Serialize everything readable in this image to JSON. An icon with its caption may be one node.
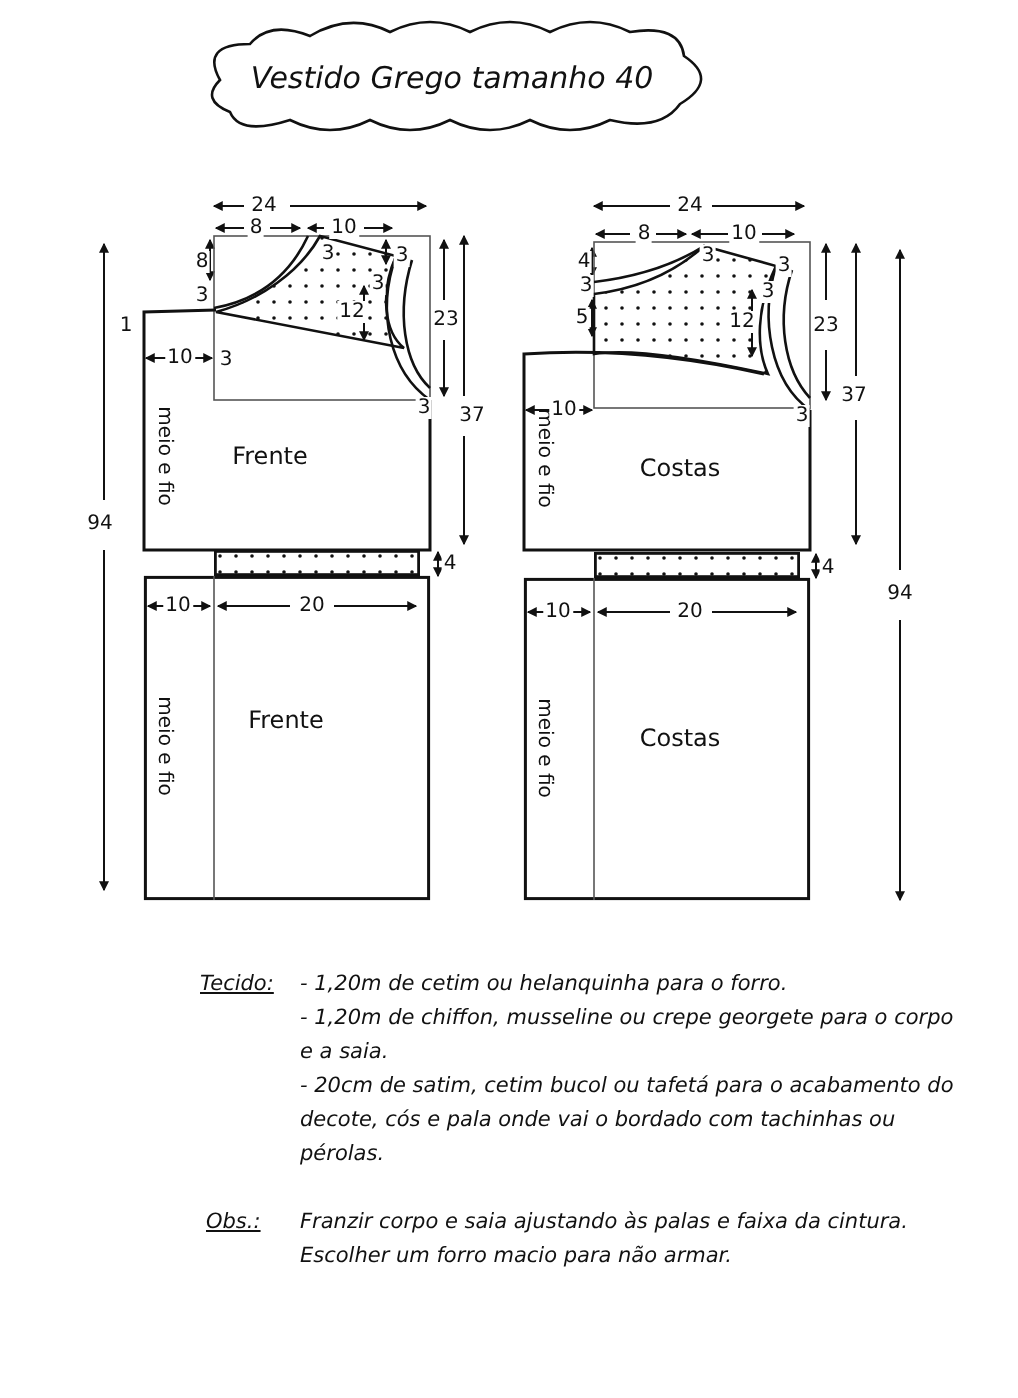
{
  "diagram": {
    "title": "Vestido Grego tamanho 40",
    "nodes": [
      {
        "text": [
          "Frente",
          "meio e fio"
        ]
      },
      {
        "text": [
          "Costas",
          "meio e fio"
        ]
      },
      {
        "text": [],
        "shape": "bar"
      },
      {
        "text": [],
        "shape": "bar"
      },
      {
        "text": [
          "Frente",
          "meio e fio"
        ]
      },
      {
        "text": [
          "Costas",
          "meio e fio"
        ]
      }
    ],
    "edges": [],
    "labels": [
      "24",
      "8",
      "10",
      "8",
      "3",
      "3",
      "3",
      "3",
      "1",
      "12",
      "23",
      "10",
      "3",
      "3",
      "37",
      "94",
      "4",
      "10",
      "20",
      "24",
      "8",
      "10",
      "4",
      "3",
      "5",
      "3",
      "3",
      "3",
      "12",
      "23",
      "37",
      "10",
      "3",
      "4",
      "94",
      "10",
      "20",
      "Tecido:",
      "- 1,20m de cetim ou helanquinha para o forro.",
      "- 1,20m de chiffon, musseline ou crepe georgete para o corpo e a saia.",
      "- 20cm de satim, cetim bucol ou tafetá para o acabamento do decote, cós e pala onde vai o bordado com tachinhas ou pérolas.",
      "Obs.:",
      "Franzir corpo e saia ajustando às palas e faixa da cintura. Escolher um forro macio para não armar."
    ]
  }
}
